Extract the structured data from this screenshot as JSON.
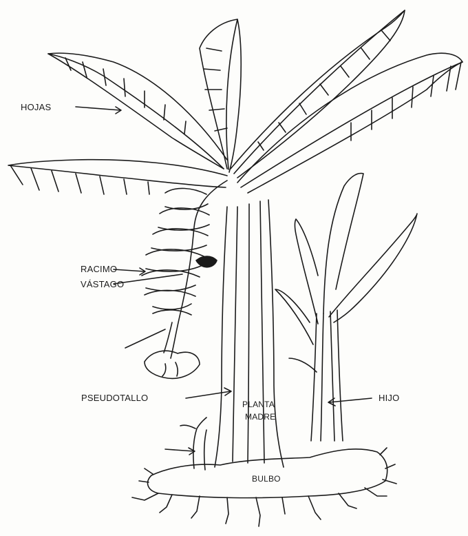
{
  "diagram": {
    "labels": {
      "hojas": "HOJAS",
      "racimo": "RACIMO",
      "vastago": "VÁSTAGO",
      "pseudotallo": "PSEUDOTALLO",
      "planta": "PLANTA",
      "madre": "MADRE",
      "hijo": "HIJO",
      "bulbo": "BULBO"
    },
    "colors": {
      "ink": "#1a1a1a",
      "paper": "#fdfdfb"
    }
  }
}
